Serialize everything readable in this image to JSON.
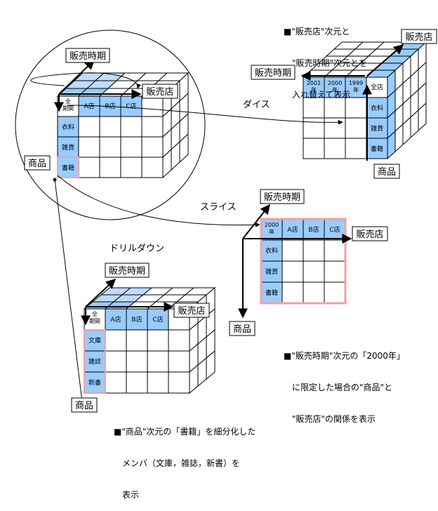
{
  "colors": {
    "blue": "#99ccff",
    "blue_light": "#bfdcff",
    "pink": "#f4a0a0",
    "line": "#000000",
    "white": "#ffffff"
  },
  "labels": {
    "period": "販売時期",
    "store": "販売店",
    "product": "商品",
    "all_period": "全期間",
    "dice": "ダイス",
    "slice": "スライス",
    "drilldown": "ドリルダウン"
  },
  "stores": [
    "A店",
    "B店",
    "C店"
  ],
  "years": [
    "2001年",
    "2000年",
    "1999年"
  ],
  "all_store": "全店",
  "year_slice": "2000年",
  "products": [
    "衣料",
    "雑貨",
    "書籍"
  ],
  "products_detail": [
    "文庫",
    "雑誌",
    "新書"
  ],
  "notes": {
    "dice_note": [
      "■\"販売店\"次元と",
      "\"販売時期\"次元とを",
      "入れ替えて表示"
    ],
    "slice_note": [
      "■\"販売時期\"次元の「2000年」",
      "に限定した場合の\"商品\"と",
      "\"販売店\"の関係を表示"
    ],
    "drill_note": [
      "■\"商品\"次元の「書籍」を細分化した",
      "メンバ（文庫，雑誌，新書）を",
      "表示"
    ]
  }
}
